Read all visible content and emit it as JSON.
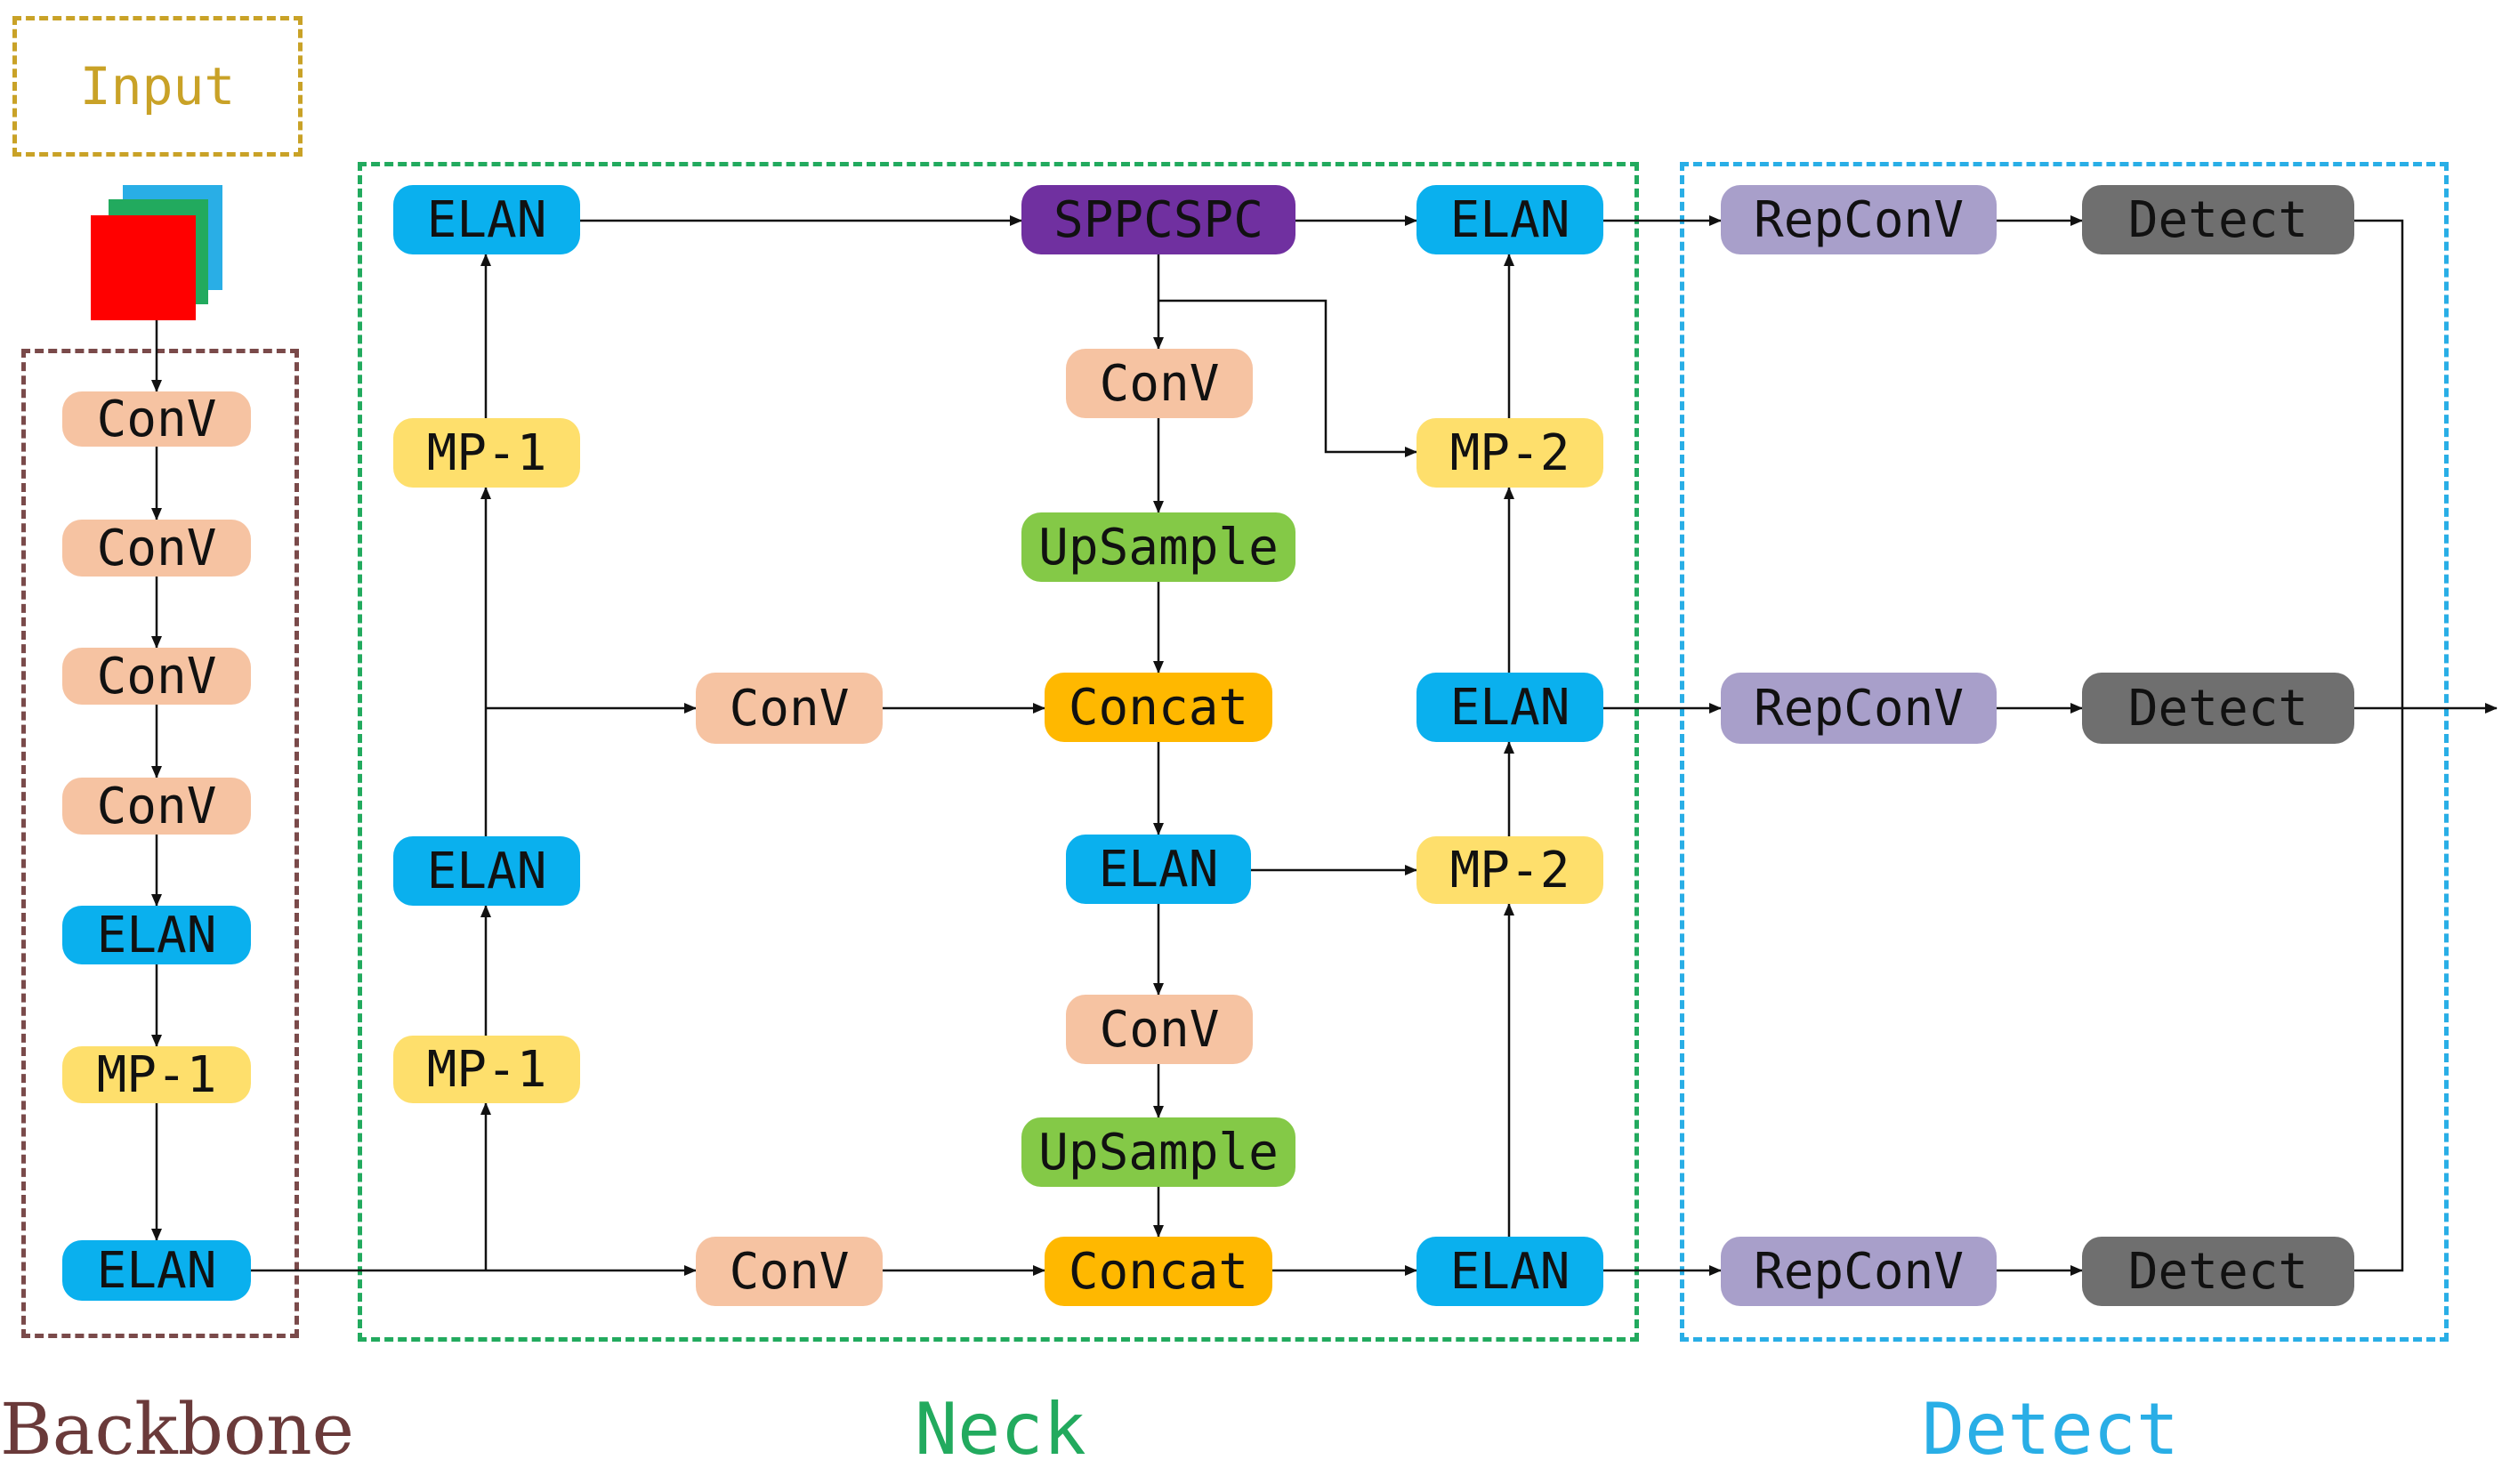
{
  "sections": {
    "input": "Input",
    "backbone": "Backbone",
    "neck": "Neck",
    "detect": "Detect"
  },
  "input_image": {
    "layers": [
      "blue",
      "green",
      "red"
    ]
  },
  "backbone": {
    "nodes": [
      "ConV",
      "ConV",
      "ConV",
      "ConV",
      "ELAN",
      "MP-1",
      "ELAN"
    ]
  },
  "neck": {
    "left_column": [
      "ELAN",
      "MP-1",
      "ELAN",
      "MP-1"
    ],
    "mid_convs": [
      "ConV",
      "ConV"
    ],
    "center_column": [
      "SPPCSPC",
      "ConV",
      "UpSample",
      "Concat",
      "ELAN",
      "ConV",
      "UpSample",
      "Concat"
    ],
    "right_column": [
      "ELAN",
      "MP-2",
      "ELAN",
      "MP-2",
      "ELAN"
    ]
  },
  "detect": {
    "repconv": [
      "RepConV",
      "RepConV",
      "RepConV"
    ],
    "heads": [
      "Detect",
      "Detect",
      "Detect"
    ]
  },
  "colors": {
    "conv": "#f6c3a2",
    "elan": "#0ab0ee",
    "mp": "#fedf6c",
    "sppcspc": "#7030a0",
    "upsample": "#84c947",
    "concat": "#ffb800",
    "repconv": "#a89fca",
    "detect_head": "#6f6f6f",
    "input_frame": "#c9a227",
    "backbone_frame": "#7a4a4a",
    "neck_frame": "#22aa5e",
    "detect_frame": "#29aee6"
  }
}
